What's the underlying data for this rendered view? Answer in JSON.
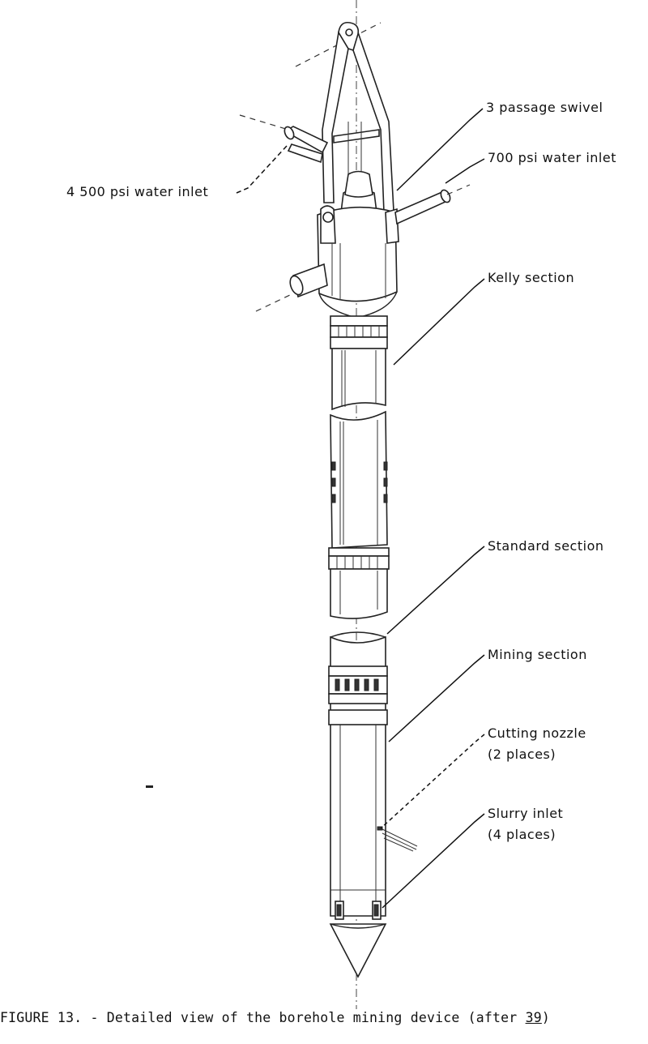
{
  "labels": {
    "swivel": "3 passage swivel",
    "inlet_700": "700 psi water inlet",
    "inlet_4500": "4 500 psi water inlet",
    "kelly": "Kelly section",
    "standard": "Standard section",
    "mining": "Mining section",
    "cutting_1": "Cutting nozzle",
    "cutting_2": "(2 places)",
    "slurry_1": "Slurry inlet",
    "slurry_2": "(4 places)"
  },
  "caption": {
    "text": "FIGURE 13. - Detailed view of the borehole mining device (after ",
    "ref": "39",
    "end": ")"
  }
}
